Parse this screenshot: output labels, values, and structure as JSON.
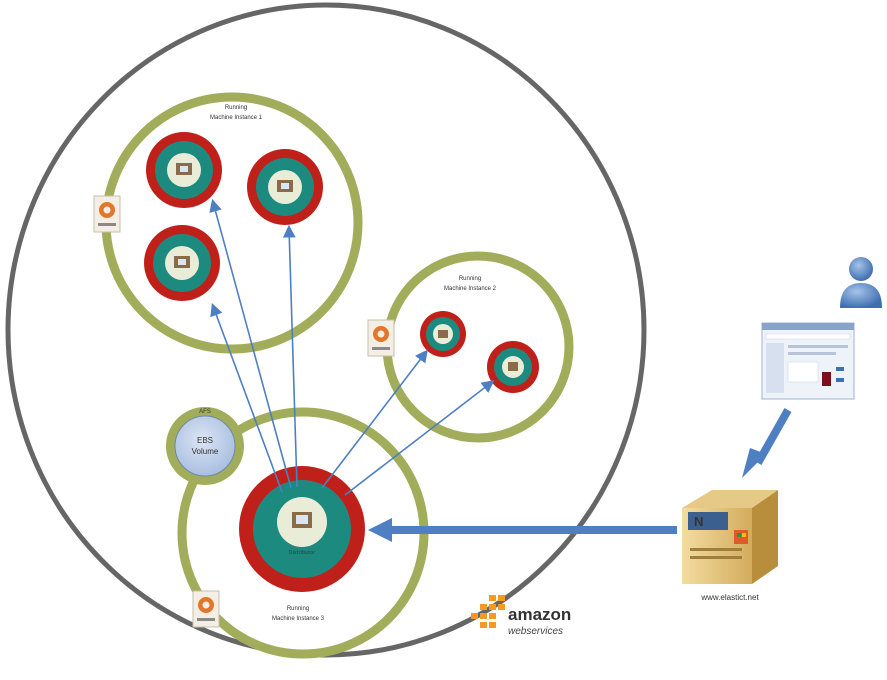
{
  "instances": {
    "one": {
      "line1": "Running",
      "line2": "Machine Instance 1"
    },
    "two": {
      "line1": "Running",
      "line2": "Machine Instance 2"
    },
    "three": {
      "line1": "Running",
      "line2": "Machine Instance 3"
    }
  },
  "ebs": {
    "tag": "AFS",
    "line1": "EBS",
    "line2": "Volume"
  },
  "distributor": {
    "caption": "Distributor"
  },
  "server": {
    "badge": "N",
    "caption": "www.elastict.net"
  },
  "aws": {
    "line1": "amazon",
    "line2": "webservices"
  },
  "colors": {
    "outer_boundary": "#666666",
    "instance_ring": "#a1ad5a",
    "node_red": "#c0201a",
    "node_teal": "#1d8a7f",
    "arrow_blue": "#4f7fc3",
    "ebs_fill": "#b9cbe6",
    "aws_orange": "#f29a24"
  }
}
